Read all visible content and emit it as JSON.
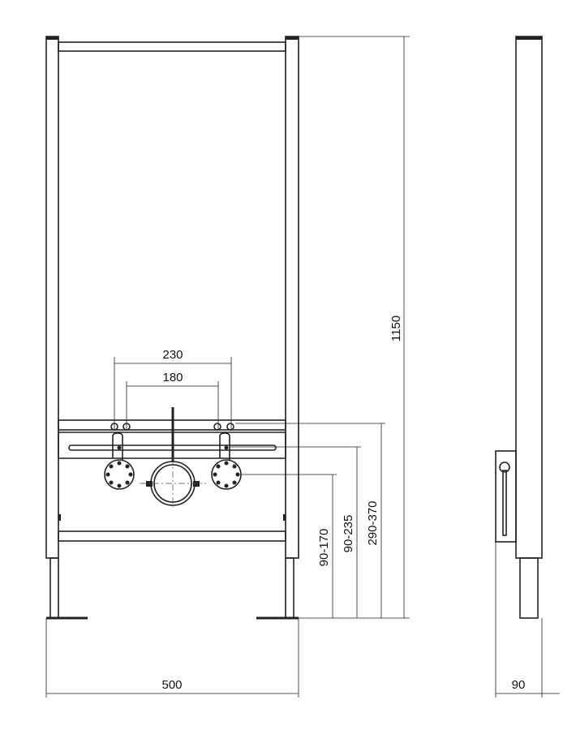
{
  "title": "Bidet installation frame - technical drawing",
  "dimensions": {
    "height_total": "1150",
    "width_total": "500",
    "depth": "90",
    "fitting_spacing_outer": "230",
    "fitting_spacing_inner": "180",
    "plate_height_range": "290-370",
    "fitting_height_range": "90-235",
    "drain_height_range": "90-170"
  },
  "colors": {
    "line": "#222222",
    "background": "#ffffff"
  }
}
